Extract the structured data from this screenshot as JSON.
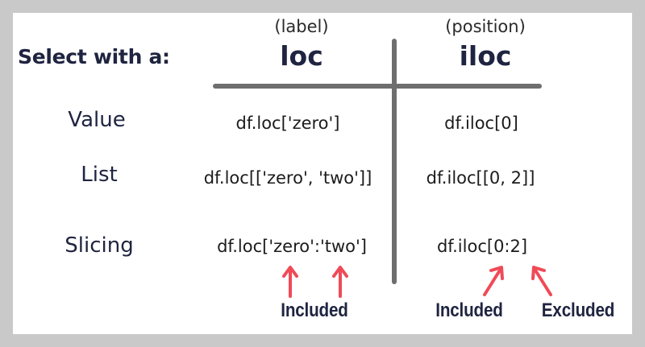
{
  "header": {
    "title": "Select with a:",
    "columns": [
      {
        "subtitle": "(label)",
        "name": "loc"
      },
      {
        "subtitle": "(position)",
        "name": "iloc"
      }
    ]
  },
  "rows": [
    {
      "label": "Value",
      "loc": "df.loc['zero']",
      "iloc": "df.iloc[0]"
    },
    {
      "label": "List",
      "loc": "df.loc[['zero', 'two']]",
      "iloc": "df.iloc[[0, 2]]"
    },
    {
      "label": "Slicing",
      "loc": "df.loc['zero':'two']",
      "iloc": "df.iloc[0:2]"
    }
  ],
  "annotations": {
    "loc_note": "Included",
    "iloc_included": "Included",
    "iloc_excluded": "Excluded"
  },
  "colors": {
    "arrow": "#f04a57",
    "heading": "#1f2440",
    "divider": "#6e6e6e",
    "frame": "#c9c9c9"
  },
  "icons": [
    "arrow-up-icon",
    "arrow-up-icon",
    "arrow-up-right-icon",
    "arrow-up-left-icon"
  ]
}
